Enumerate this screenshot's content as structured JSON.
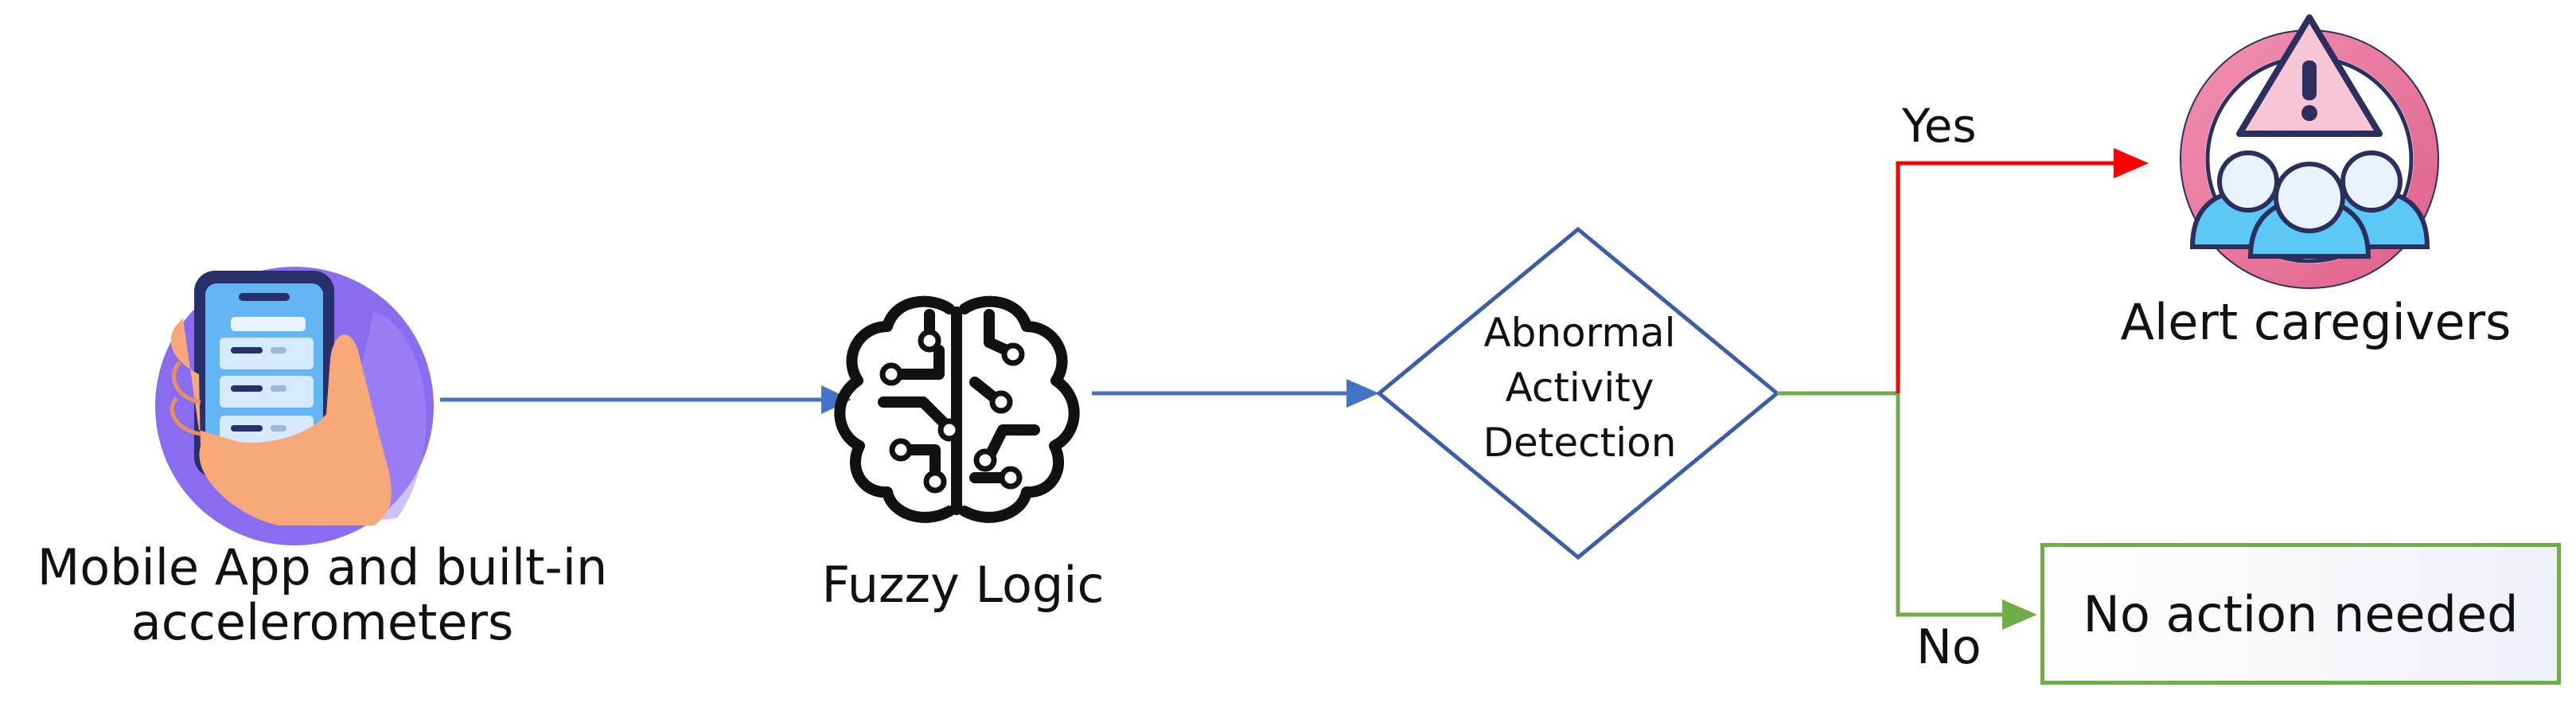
{
  "nodes": {
    "mobile": {
      "label_lines": [
        "Mobile App and built-in",
        "accelerometers"
      ]
    },
    "fuzzy": {
      "label": "Fuzzy Logic"
    },
    "decision": {
      "label_lines": [
        "Abnormal",
        "Activity",
        "Detection"
      ]
    },
    "alert": {
      "label": "Alert caregivers"
    },
    "no_action": {
      "label": "No action needed"
    }
  },
  "branches": {
    "yes": "Yes",
    "no": "No"
  },
  "colors": {
    "flow_arrow": "#4472c4",
    "diamond_stroke": "#3b5ea8",
    "yes_branch": "#ff0000",
    "no_branch": "#70ad47",
    "phone_circle": "#8a6cf0",
    "alert_ring": "#e8759d",
    "people": "#5cc8f5"
  },
  "icons": [
    "smartphone-hand-icon",
    "brain-circuit-icon",
    "alert-people-icon"
  ]
}
